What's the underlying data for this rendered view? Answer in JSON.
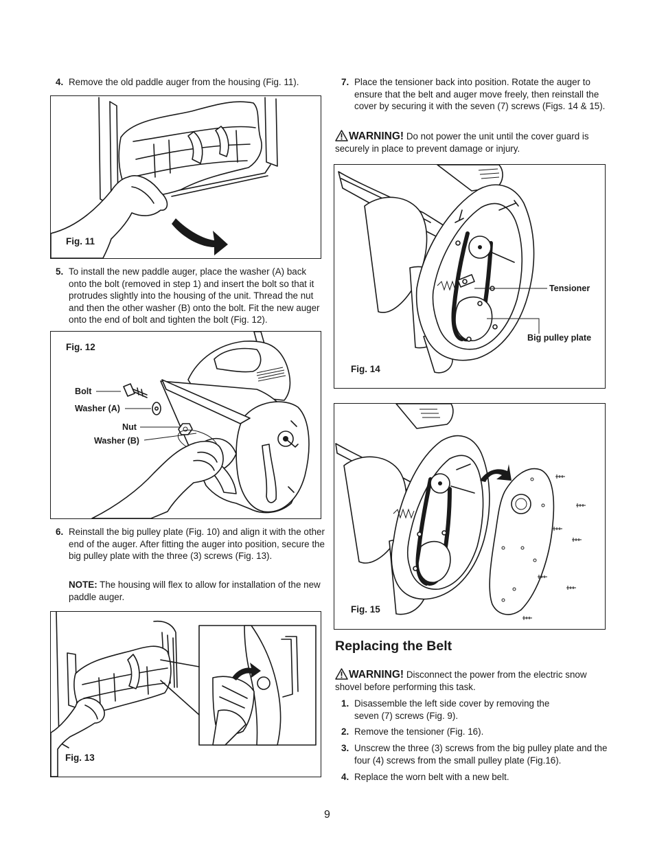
{
  "left_column": {
    "step4": {
      "num": "4.",
      "text": "Remove the old paddle auger from the housing (Fig. 11)."
    },
    "fig11": {
      "label": "Fig. 11"
    },
    "step5": {
      "num": "5.",
      "text": "To install the new paddle auger, place the washer (A) back onto the bolt (removed in step 1) and insert the bolt so that it protrudes slightly into the housing of the unit. Thread the nut and then the other washer (B) onto the bolt. Fit the new auger onto the end of bolt and tighten the bolt (Fig. 12)."
    },
    "fig12": {
      "label": "Fig. 12",
      "callouts": {
        "bolt": "Bolt",
        "washer_a": "Washer (A)",
        "nut": "Nut",
        "washer_b": "Washer (B)"
      }
    },
    "step6": {
      "num": "6.",
      "text": "Reinstall the big pulley plate (Fig. 10) and align it with the other end of the auger. After fitting the auger into position, secure the big pulley plate with the three (3) screws (Fig. 13)."
    },
    "note": {
      "label": "NOTE:",
      "text": "The housing will flex to allow for installation of the new paddle auger."
    },
    "fig13": {
      "label": "Fig. 13"
    }
  },
  "right_column": {
    "step7": {
      "num": "7.",
      "text": "Place the tensioner back into position. Rotate the auger to ensure that the belt and auger move freely, then reinstall the cover by securing it with the seven (7) screws (Figs. 14 & 15)."
    },
    "warning1": {
      "label": "WARNING!",
      "text": "Do not power the unit until the cover guard is securely in place to prevent damage or injury."
    },
    "fig14": {
      "label": "Fig. 14",
      "callouts": {
        "tensioner": "Tensioner",
        "big_pulley_plate": "Big pulley plate"
      }
    },
    "fig15": {
      "label": "Fig. 15"
    },
    "section": {
      "title": "Replacing the Belt",
      "warning": {
        "label": "WARNING!",
        "text": "Disconnect the power from the electric snow shovel before performing this task."
      },
      "steps": [
        {
          "num": "1.",
          "text": "Disassemble the left side cover by removing the seven (7) screws (Fig. 9)."
        },
        {
          "num": "2.",
          "text": "Remove the tensioner (Fig. 16)."
        },
        {
          "num": "3.",
          "text": "Unscrew the three (3) screws from the big pulley plate and the four (4) screws from the small pulley plate (Fig.16)."
        },
        {
          "num": "4.",
          "text": "Replace the worn belt with a new belt."
        }
      ]
    }
  },
  "page_number": "9",
  "icons": {
    "warning": "warning-triangle-icon"
  }
}
